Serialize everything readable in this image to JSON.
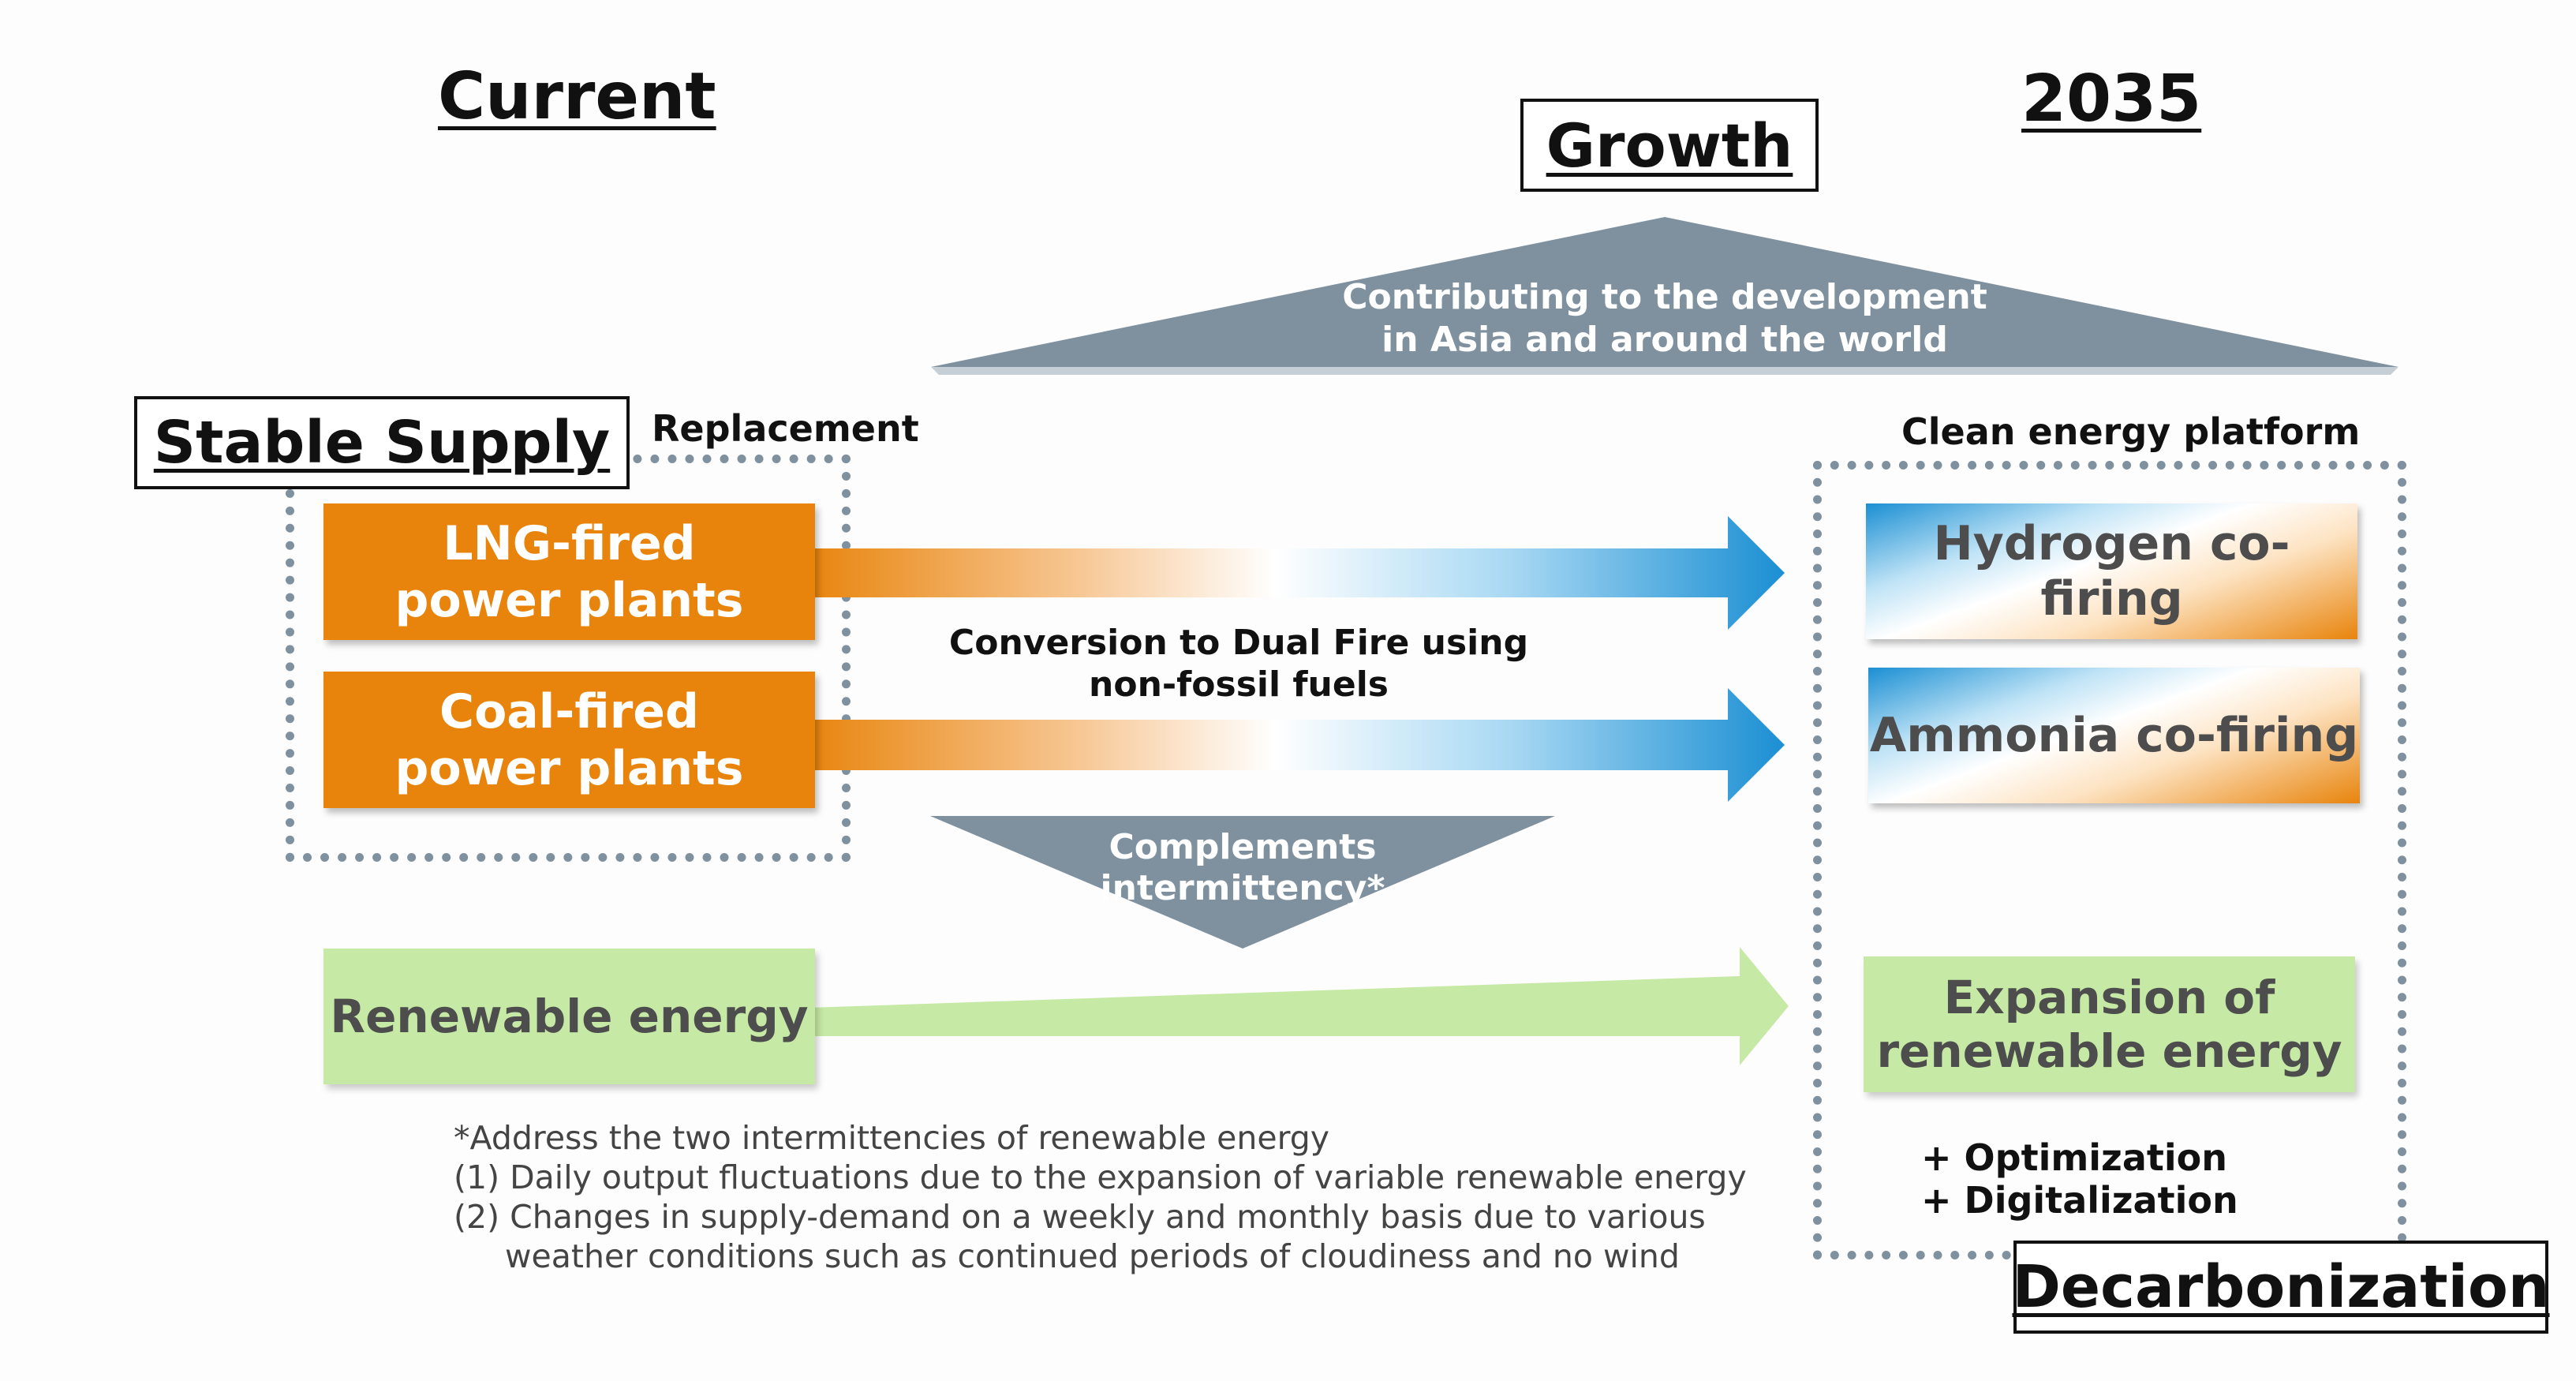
{
  "headings": {
    "current": "Current",
    "year": "2035",
    "growth": "Growth",
    "stable_supply": "Stable Supply",
    "decarbonization": "Decarbonization"
  },
  "labels": {
    "replacement": "Replacement",
    "clean_platform": "Clean energy platform",
    "conversion_line1": "Conversion to Dual Fire using",
    "conversion_line2": "non-fossil fuels",
    "optimization": "+ Optimization",
    "digitalization": "+ Digitalization"
  },
  "growth_triangle": {
    "line1": "Contributing to the development",
    "line2": "in Asia and around the world"
  },
  "complements_triangle": {
    "line1": "Complements",
    "line2": "intermittency*"
  },
  "sources": {
    "lng_line1": "LNG-fired",
    "lng_line2": "power plants",
    "coal_line1": "Coal-fired",
    "coal_line2": "power plants",
    "renewable": "Renewable energy"
  },
  "targets": {
    "hydrogen": "Hydrogen co-firing",
    "ammonia": "Ammonia co-firing",
    "expansion_line1": "Expansion of",
    "expansion_line2": "renewable energy"
  },
  "footnote": {
    "line1": "*Address the two intermittencies of renewable energy",
    "line2": "(1) Daily output fluctuations due to the expansion of variable renewable energy",
    "line3": "(2) Changes in supply-demand on a weekly and monthly basis due to various",
    "line4": "weather conditions such as continued periods of cloudiness and no wind"
  },
  "colors": {
    "orange": "#e8840c",
    "blue": "#1b8fd3",
    "green": "#c6e9a5",
    "slate": "#7f919f",
    "triangle": "#7f919f"
  }
}
